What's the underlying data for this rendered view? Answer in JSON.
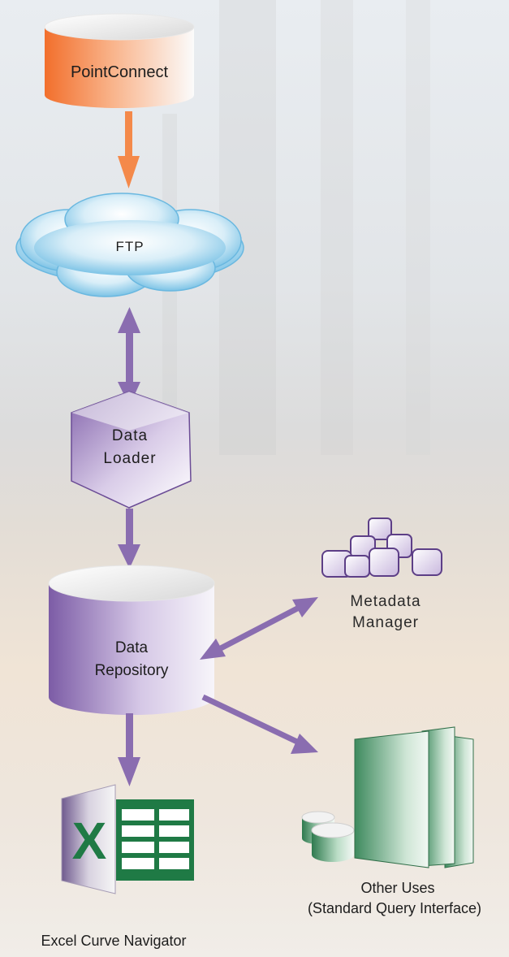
{
  "nodes": {
    "point_connect": {
      "label": "PointConnect"
    },
    "ftp": {
      "label": "FTP"
    },
    "data_loader": {
      "line1": "Data",
      "line2": "Loader"
    },
    "data_repository": {
      "line1": "Data",
      "line2": "Repository"
    },
    "metadata_manager": {
      "line1": "Metadata",
      "line2": "Manager"
    },
    "other_uses": {
      "line1": "Other Uses",
      "line2": "(Standard Query Interface)"
    },
    "excel_navigator": {
      "label": "Excel Curve Navigator",
      "icon_letter": "X"
    }
  },
  "colors": {
    "orange": "#f4894a",
    "purple": "#8a6db0",
    "green": "#3e8a5e",
    "excel_green": "#1f7a45"
  }
}
